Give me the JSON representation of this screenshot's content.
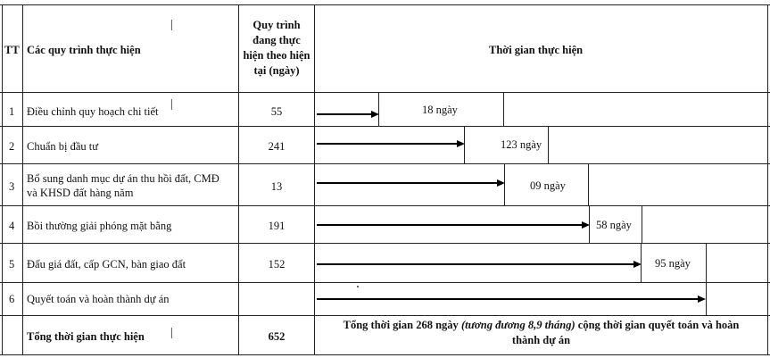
{
  "header": {
    "tt": "TT",
    "process": "Các quy trình thực hiện",
    "current_days": [
      "Quy trình",
      "đang thực",
      "hiện theo hiện",
      "tại (ngày)"
    ],
    "timeline": "Thời gian thực hiện"
  },
  "rows": [
    {
      "tt": "1",
      "process": [
        "Điều chỉnh quy hoạch chi tiết"
      ],
      "days": "55",
      "new_duration": "18 ngày"
    },
    {
      "tt": "2",
      "process": [
        "Chuẩn bị đầu tư"
      ],
      "days": "241",
      "new_duration": "123 ngày"
    },
    {
      "tt": "3",
      "process": [
        "Bổ sung danh mục dự án thu hồi đất, CMĐ",
        "và KHSD đất hàng năm"
      ],
      "days": "13",
      "new_duration": "09 ngày"
    },
    {
      "tt": "4",
      "process": [
        "Bồi thường giải  phóng mặt bằng"
      ],
      "days": "191",
      "new_duration": "58 ngày"
    },
    {
      "tt": "5",
      "process": [
        "Đấu giá đất, cấp GCN, bàn giao đất"
      ],
      "days": "152",
      "new_duration": "95 ngày"
    },
    {
      "tt": "6",
      "process": [
        "Quyết toán và hoàn thành dự án"
      ],
      "days": "",
      "new_duration": ""
    }
  ],
  "total": {
    "label": "Tổng thời gian thực hiện",
    "days": "652",
    "note_before": "Tổng thời gian 268 ngày ",
    "note_italic": "(tương đương 8,9 tháng)",
    "note_after": " cộng thời gian quyết toán và hoàn",
    "note_line2": "thành dự án"
  }
}
